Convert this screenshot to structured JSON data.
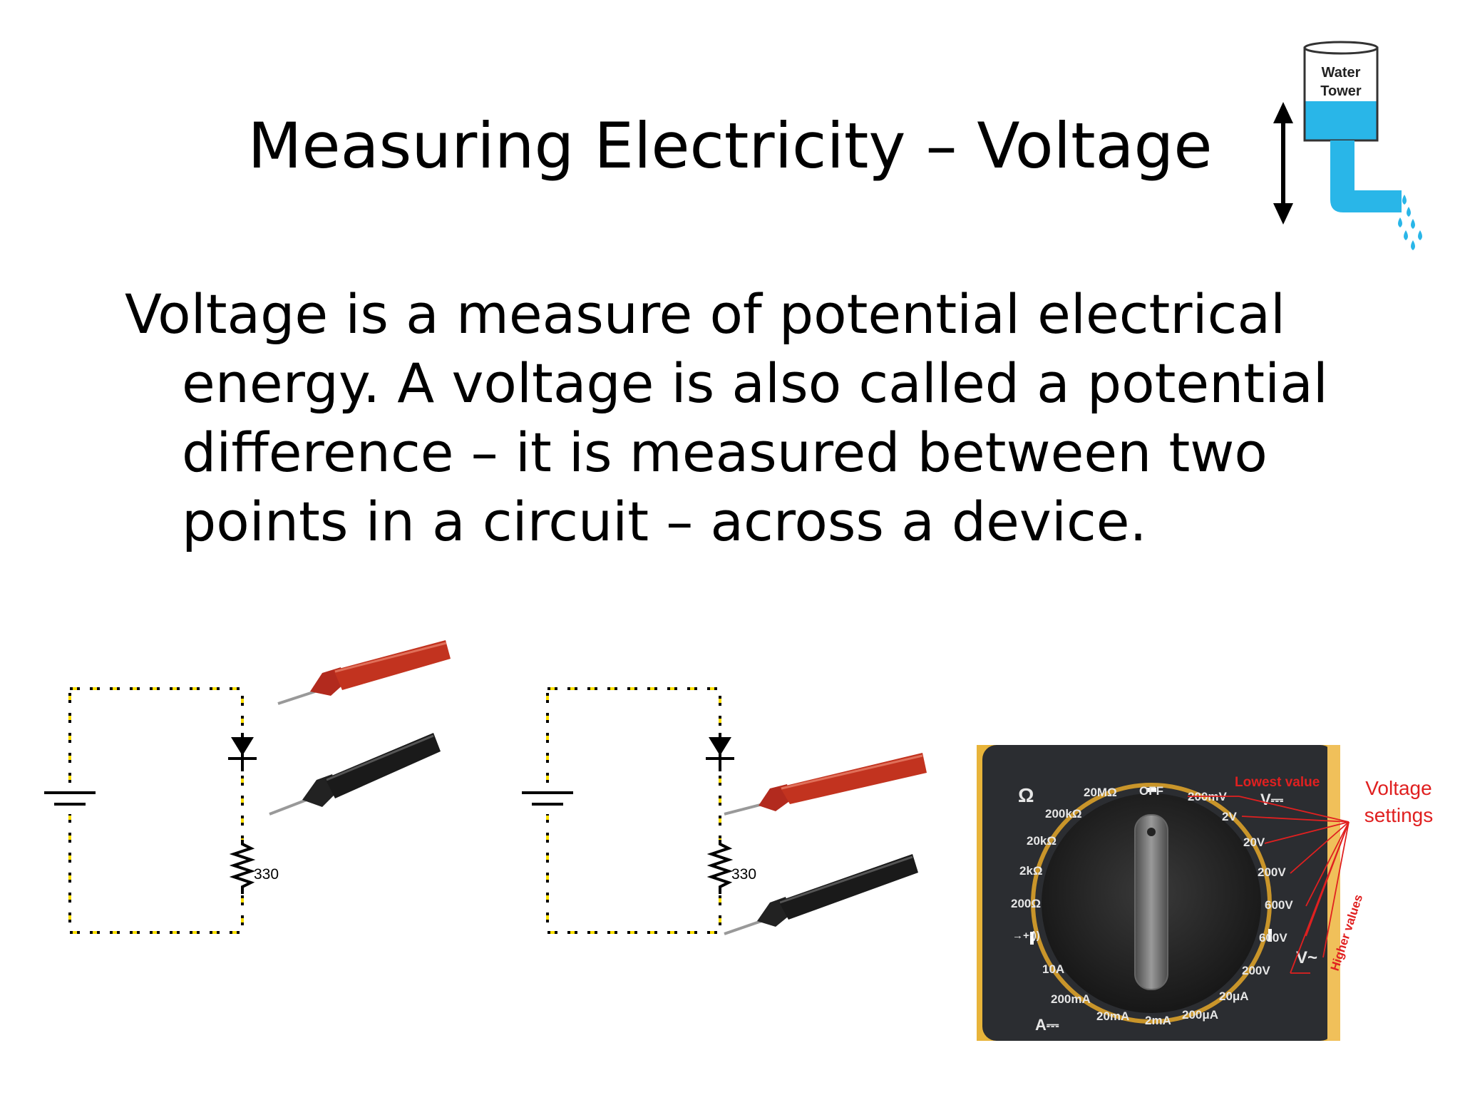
{
  "slide": {
    "title": "Measuring Electricity – Voltage",
    "body": "Voltage is a measure of potential electrical energy. A voltage is also called a potential difference – it is measured between two points in a circuit – across a device."
  },
  "water_tower": {
    "label_line1": "Water",
    "label_line2": "Tower"
  },
  "circuits": [
    {
      "resistor_label": "330"
    },
    {
      "resistor_label": "330"
    }
  ],
  "multimeter": {
    "dial_labels": {
      "ohm": "Ω",
      "r20M": "20MΩ",
      "off": "OFF",
      "mv200": "200mV",
      "vdc": "V⎓",
      "r200k": "200kΩ",
      "v2": "2V",
      "r20k": "20kΩ",
      "v20": "20V",
      "r2k": "2kΩ",
      "v200": "200V",
      "r200": "200Ω",
      "v600dc": "600V",
      "diode": "→+·))",
      "v600ac": "600V",
      "vac": "V~",
      "a10": "10A",
      "vac200": "200V",
      "ma200": "200mA",
      "ua20": "20μA",
      "ma20": "20mA",
      "ma2": "2mA",
      "ua200": "200μA",
      "adc": "A⎓"
    },
    "annotations": {
      "lowest": "Lowest value",
      "voltage_settings_1": "Voltage",
      "voltage_settings_2": "settings",
      "higher": "Higher values"
    }
  }
}
